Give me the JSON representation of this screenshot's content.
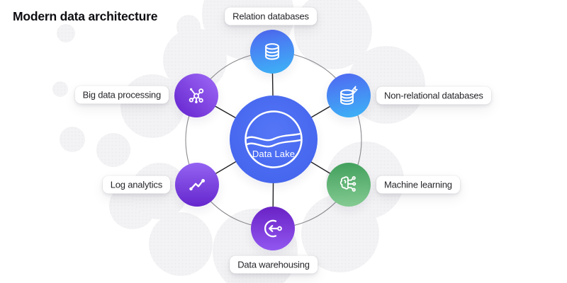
{
  "title": "Modern data architecture",
  "center": {
    "label": "Data Lake",
    "icon": "data-lake-icon",
    "color": "#4a6af0"
  },
  "nodes": [
    {
      "id": "relational-databases",
      "label": "Relation databases",
      "icon": "database-icon",
      "color_top": "#4e6cf2",
      "color_bottom": "#3db2f6"
    },
    {
      "id": "non-relational-databases",
      "label": "Non-relational databases",
      "icon": "database-lightning-icon",
      "color_top": "#4e6cf2",
      "color_bottom": "#3db2f6"
    },
    {
      "id": "machine-learning",
      "label": "Machine learning",
      "icon": "brain-circuit-icon",
      "color_top": "#44a15e",
      "color_bottom": "#85cb93"
    },
    {
      "id": "data-warehousing",
      "label": "Data warehousing",
      "icon": "circle-import-arrow-icon",
      "color_top": "#6b24c7",
      "color_bottom": "#9257f0"
    },
    {
      "id": "log-analytics",
      "label": "Log analytics",
      "icon": "trend-line-icon",
      "color_top": "#9463f2",
      "color_bottom": "#6527cd"
    },
    {
      "id": "big-data-processing",
      "label": "Big data processing",
      "icon": "network-hub-icon",
      "color_top": "#a06af7",
      "color_bottom": "#6323cd"
    }
  ],
  "connector_colors": {
    "ring": "#8b8b90",
    "spokes": "#202024"
  }
}
